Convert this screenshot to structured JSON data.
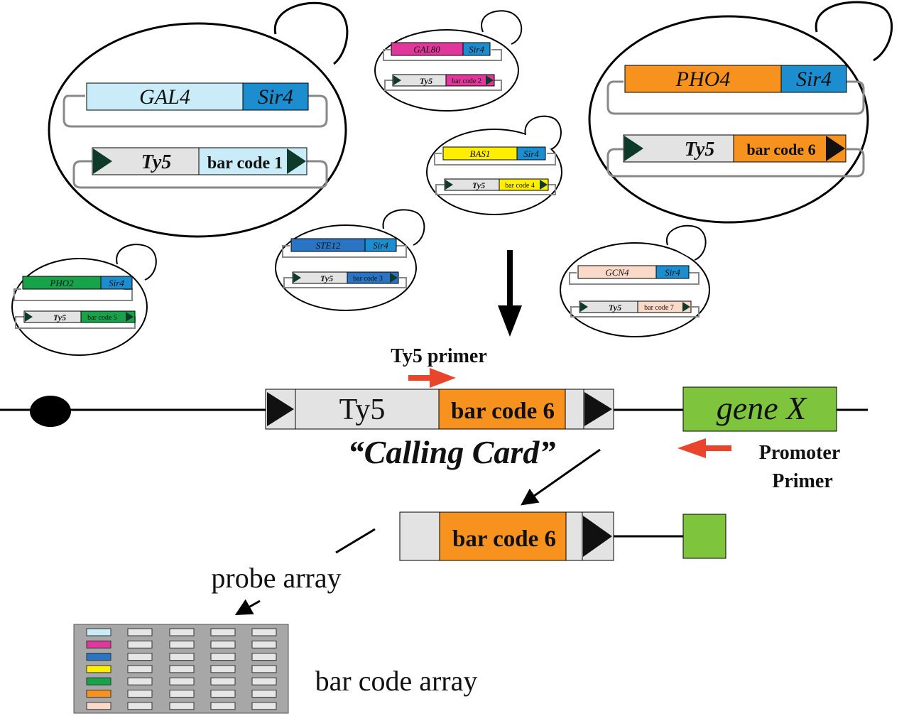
{
  "colors": {
    "gal4": "#c9ecf8",
    "sir4": "#1c8ed0",
    "gal80": "#e0389a",
    "bas1": "#ffee00",
    "pho4": "#f7921e",
    "ste12": "#2a74c4",
    "pho2": "#16a34a",
    "gcn4": "#fbd9c8",
    "ty5": "#e3e3e3",
    "barcode6": "#f7921e",
    "genex": "#7ec43c",
    "red_arrow": "#e8452c",
    "array_bg": "#a7a7a7"
  },
  "cells": [
    {
      "fusion": "GAL4",
      "sir": "Sir4",
      "ty5": "Ty5",
      "barcode": "bar code 1"
    },
    {
      "fusion": "GAL80",
      "sir": "Sir4",
      "ty5": "Ty5",
      "barcode": "bar code 2"
    },
    {
      "fusion": "PHO4",
      "sir": "Sir4",
      "ty5": "Ty5",
      "barcode": "bar code 6"
    },
    {
      "fusion": "BAS1",
      "sir": "Sir4",
      "ty5": "Ty5",
      "barcode": "bar code 4"
    },
    {
      "fusion": "STE12",
      "sir": "Sir4",
      "ty5": "Ty5",
      "barcode": "bar code 3"
    },
    {
      "fusion": "GCN4",
      "sir": "Sir4",
      "ty5": "Ty5",
      "barcode": "bar code 7"
    },
    {
      "fusion": "PHO2",
      "sir": "Sir4",
      "ty5": "Ty5",
      "barcode": "bar code 5"
    }
  ],
  "chromosome": {
    "ty5_primer": "Ty5 primer",
    "ty5": "Ty5",
    "barcode": "bar code 6",
    "calling_card": "“Calling Card”",
    "gene": "gene X",
    "promoter_primer_line1": "Promoter",
    "promoter_primer_line2": "Primer"
  },
  "product": {
    "barcode": "bar code 6"
  },
  "labels": {
    "probe_array": "probe array",
    "bar_code_array": "bar code array"
  }
}
